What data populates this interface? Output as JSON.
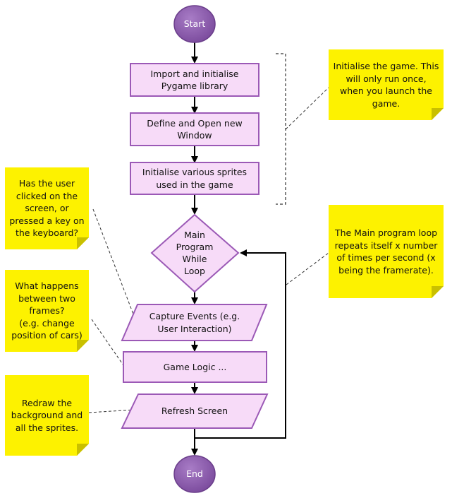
{
  "flow": {
    "start": "Start",
    "import": "Import and initialise\nPygame library",
    "window": "Define and Open new\nWindow",
    "sprites": "Initialise various sprites\nused in the game",
    "loop": "Main\nProgram\nWhile\nLoop",
    "events": "Capture Events (e.g.\nUser Interaction)",
    "logic": "Game Logic ...",
    "refresh": "Refresh Screen",
    "end": "End"
  },
  "notes": {
    "init": "Initialise the game. This\nwill only run once,\nwhen you launch the\ngame.",
    "mainloop": "The Main program loop\nrepeats itself x number\nof times per second (x\nbeing the framerate).",
    "events": "Has the user\nclicked on the\nscreen, or\npressed a key on\nthe keyboard?",
    "logic": "What happens\nbetween two\nframes?\n(e.g. change\nposition of cars)",
    "redraw": "Redraw the\nbackground and\nall the sprites."
  },
  "colors": {
    "terminal_fill": "#8a56ad",
    "shape_fill": "#f7dbf8",
    "shape_border": "#9b59b6",
    "note_fill": "#fdf200",
    "line": "#000000"
  }
}
